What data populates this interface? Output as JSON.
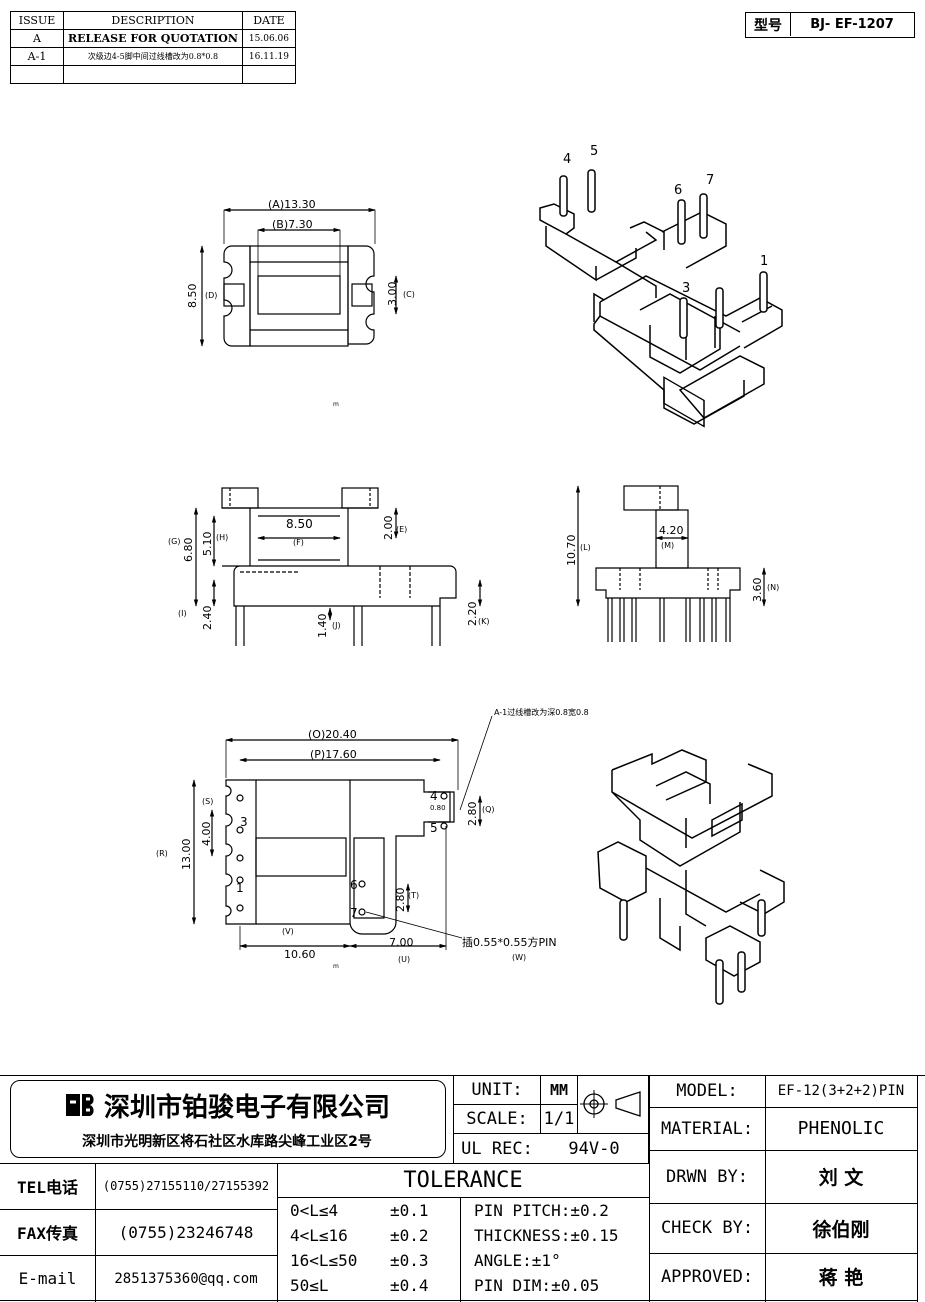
{
  "revision_table": {
    "headers": [
      "ISSUE",
      "DESCRIPTION",
      "DATE"
    ],
    "rows": [
      {
        "issue": "A",
        "description": "RELEASE FOR QUOTATION",
        "date": "15.06.06"
      },
      {
        "issue": "A-1",
        "description": "次级边4-5脚中间过线槽改为0.8*0.8",
        "date": "16.11.19"
      }
    ]
  },
  "model_header": {
    "label": "型号",
    "value": "BJ- EF-1207"
  },
  "top_view": {
    "dim_a": "(A)13.30",
    "dim_b": "(B)7.30",
    "dim_height": "8.50",
    "label_d": "(D)",
    "dim_c": "3.00",
    "label_c": "(C)"
  },
  "iso_top": {
    "pins": [
      "4",
      "5",
      "6",
      "7",
      "1",
      "3"
    ]
  },
  "front_view": {
    "dim_f": "8.50",
    "label_f": "(F)",
    "dim_e": "2.00",
    "label_e": "(E)",
    "dim_g": "6.80",
    "label_g": "(G)",
    "dim_h": "5.10",
    "label_h": "(H)",
    "dim_i": "2.40",
    "label_i": "(I)",
    "dim_j": "1.40",
    "label_j": "(J)",
    "dim_k": "2.20",
    "label_k": "(K)"
  },
  "side_view": {
    "dim_l": "10.70",
    "label_l": "(L)",
    "dim_m": "4.20",
    "label_m": "(M)",
    "dim_n": "3.60",
    "label_n": "(N)"
  },
  "bottom_view": {
    "dim_o": "(O)20.40",
    "dim_p": "(P)17.60",
    "label_s": "(S)",
    "dim_s": "4.00",
    "label_r": "(R)",
    "dim_r": "13.00",
    "dim_q": "2.80",
    "label_q": "(Q)",
    "dim_slot": "0.80",
    "dim_t": "2.80",
    "label_t": "(T)",
    "dim_v": "10.60",
    "label_v": "(V)",
    "dim_u": "7.00",
    "label_u": "(U)",
    "pin_note": "插0.55*0.55方PIN",
    "label_w": "(W)",
    "rev_note": "A-1过线槽改为深0.8宽0.8",
    "pins": [
      "4",
      "5",
      "3",
      "6",
      "1",
      "7"
    ]
  },
  "mark": "m",
  "company": {
    "name": "深圳市铂骏电子有限公司",
    "address": "深圳市光明新区将石社区水库路尖峰工业区2号"
  },
  "contacts": [
    {
      "label": "TEL电话",
      "value": "(0755)27155110/27155392"
    },
    {
      "label": "FAX传真",
      "value": "(0755)23246748"
    },
    {
      "label": "E-mail",
      "value": "2851375360@qq.com"
    }
  ],
  "spec": {
    "unit_label": "UNIT:",
    "unit_value": "MM",
    "scale_label": "SCALE:",
    "scale_value": "1/1",
    "ul_label": "UL REC:",
    "ul_value": "94V-0"
  },
  "tolerance": {
    "title": "TOLERANCE",
    "ranges": [
      {
        "range": "0<L≤4",
        "tol": "±0.1"
      },
      {
        "range": "4<L≤16",
        "tol": "±0.2"
      },
      {
        "range": "16<L≤50",
        "tol": "±0.3"
      },
      {
        "range": "50≤L",
        "tol": "±0.4"
      }
    ],
    "others": [
      "PIN PITCH:±0.2",
      "THICKNESS:±0.15",
      "ANGLE:±1°",
      "PIN DIM:±0.05"
    ]
  },
  "title_block": {
    "model_label": "MODEL:",
    "model_value": "EF-12(3+2+2)PIN",
    "material_label": "MATERIAL:",
    "material_value": "PHENOLIC",
    "drawn_label": "DRWN BY:",
    "drawn_value": "刘  文",
    "check_label": "CHECK BY:",
    "check_value": "徐伯刚",
    "approved_label": "APPROVED:",
    "approved_value": "蒋  艳"
  }
}
